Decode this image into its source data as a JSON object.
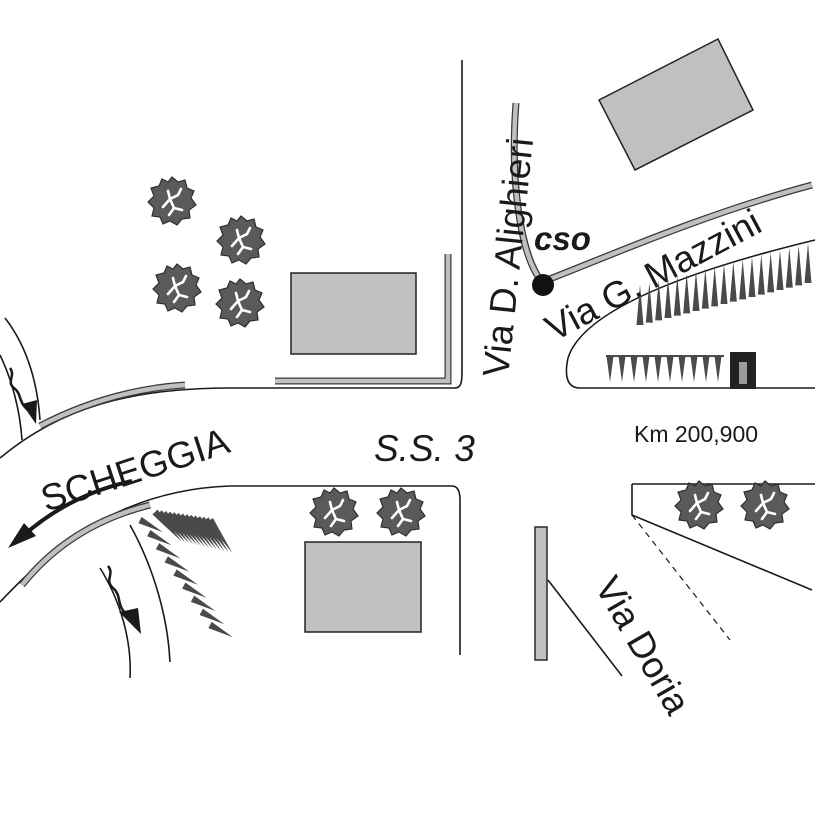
{
  "map": {
    "labels": {
      "scheggia": "SCHEGGIA",
      "ss3": "S.S. 3",
      "via_alighieri": "Via D. Alighieri",
      "via_mazzini": "Via G. Mazzini",
      "via_doria": "Via Doria",
      "cso": "cso",
      "km": "Km 200,900"
    },
    "colors": {
      "background": "#ffffff",
      "building": "#c0c0c0",
      "tree": "#5a5a5a",
      "ink": "#1a1a1a"
    },
    "icons": [
      "tree-icon",
      "embankment-hatch",
      "stream-arrow-icon",
      "direction-arrow-icon",
      "location-marker-icon",
      "kilometer-marker-icon"
    ]
  }
}
